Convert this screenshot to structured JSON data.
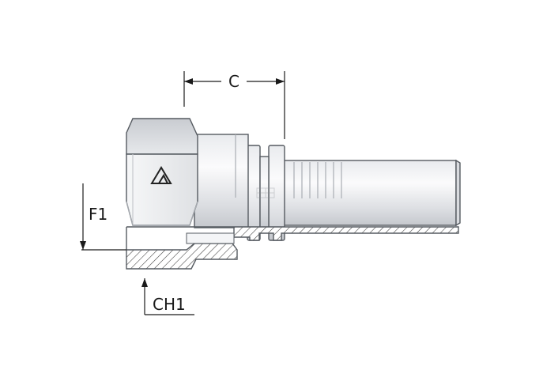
{
  "labels": {
    "dim_c": "C",
    "dim_f1": "F1",
    "dim_ch1": "CH1"
  },
  "icons": {
    "brand": "triangle-logo-icon",
    "watermark": "watermark-icon"
  },
  "colors": {
    "metal_light": "#f4f5f7",
    "metal_mid": "#d9dbdf",
    "metal_dark": "#a9adb3",
    "outline": "#555a60",
    "section_fill": "#ffffff",
    "hatch": "#3a3a3a",
    "dimension": "#1a1a1a"
  }
}
